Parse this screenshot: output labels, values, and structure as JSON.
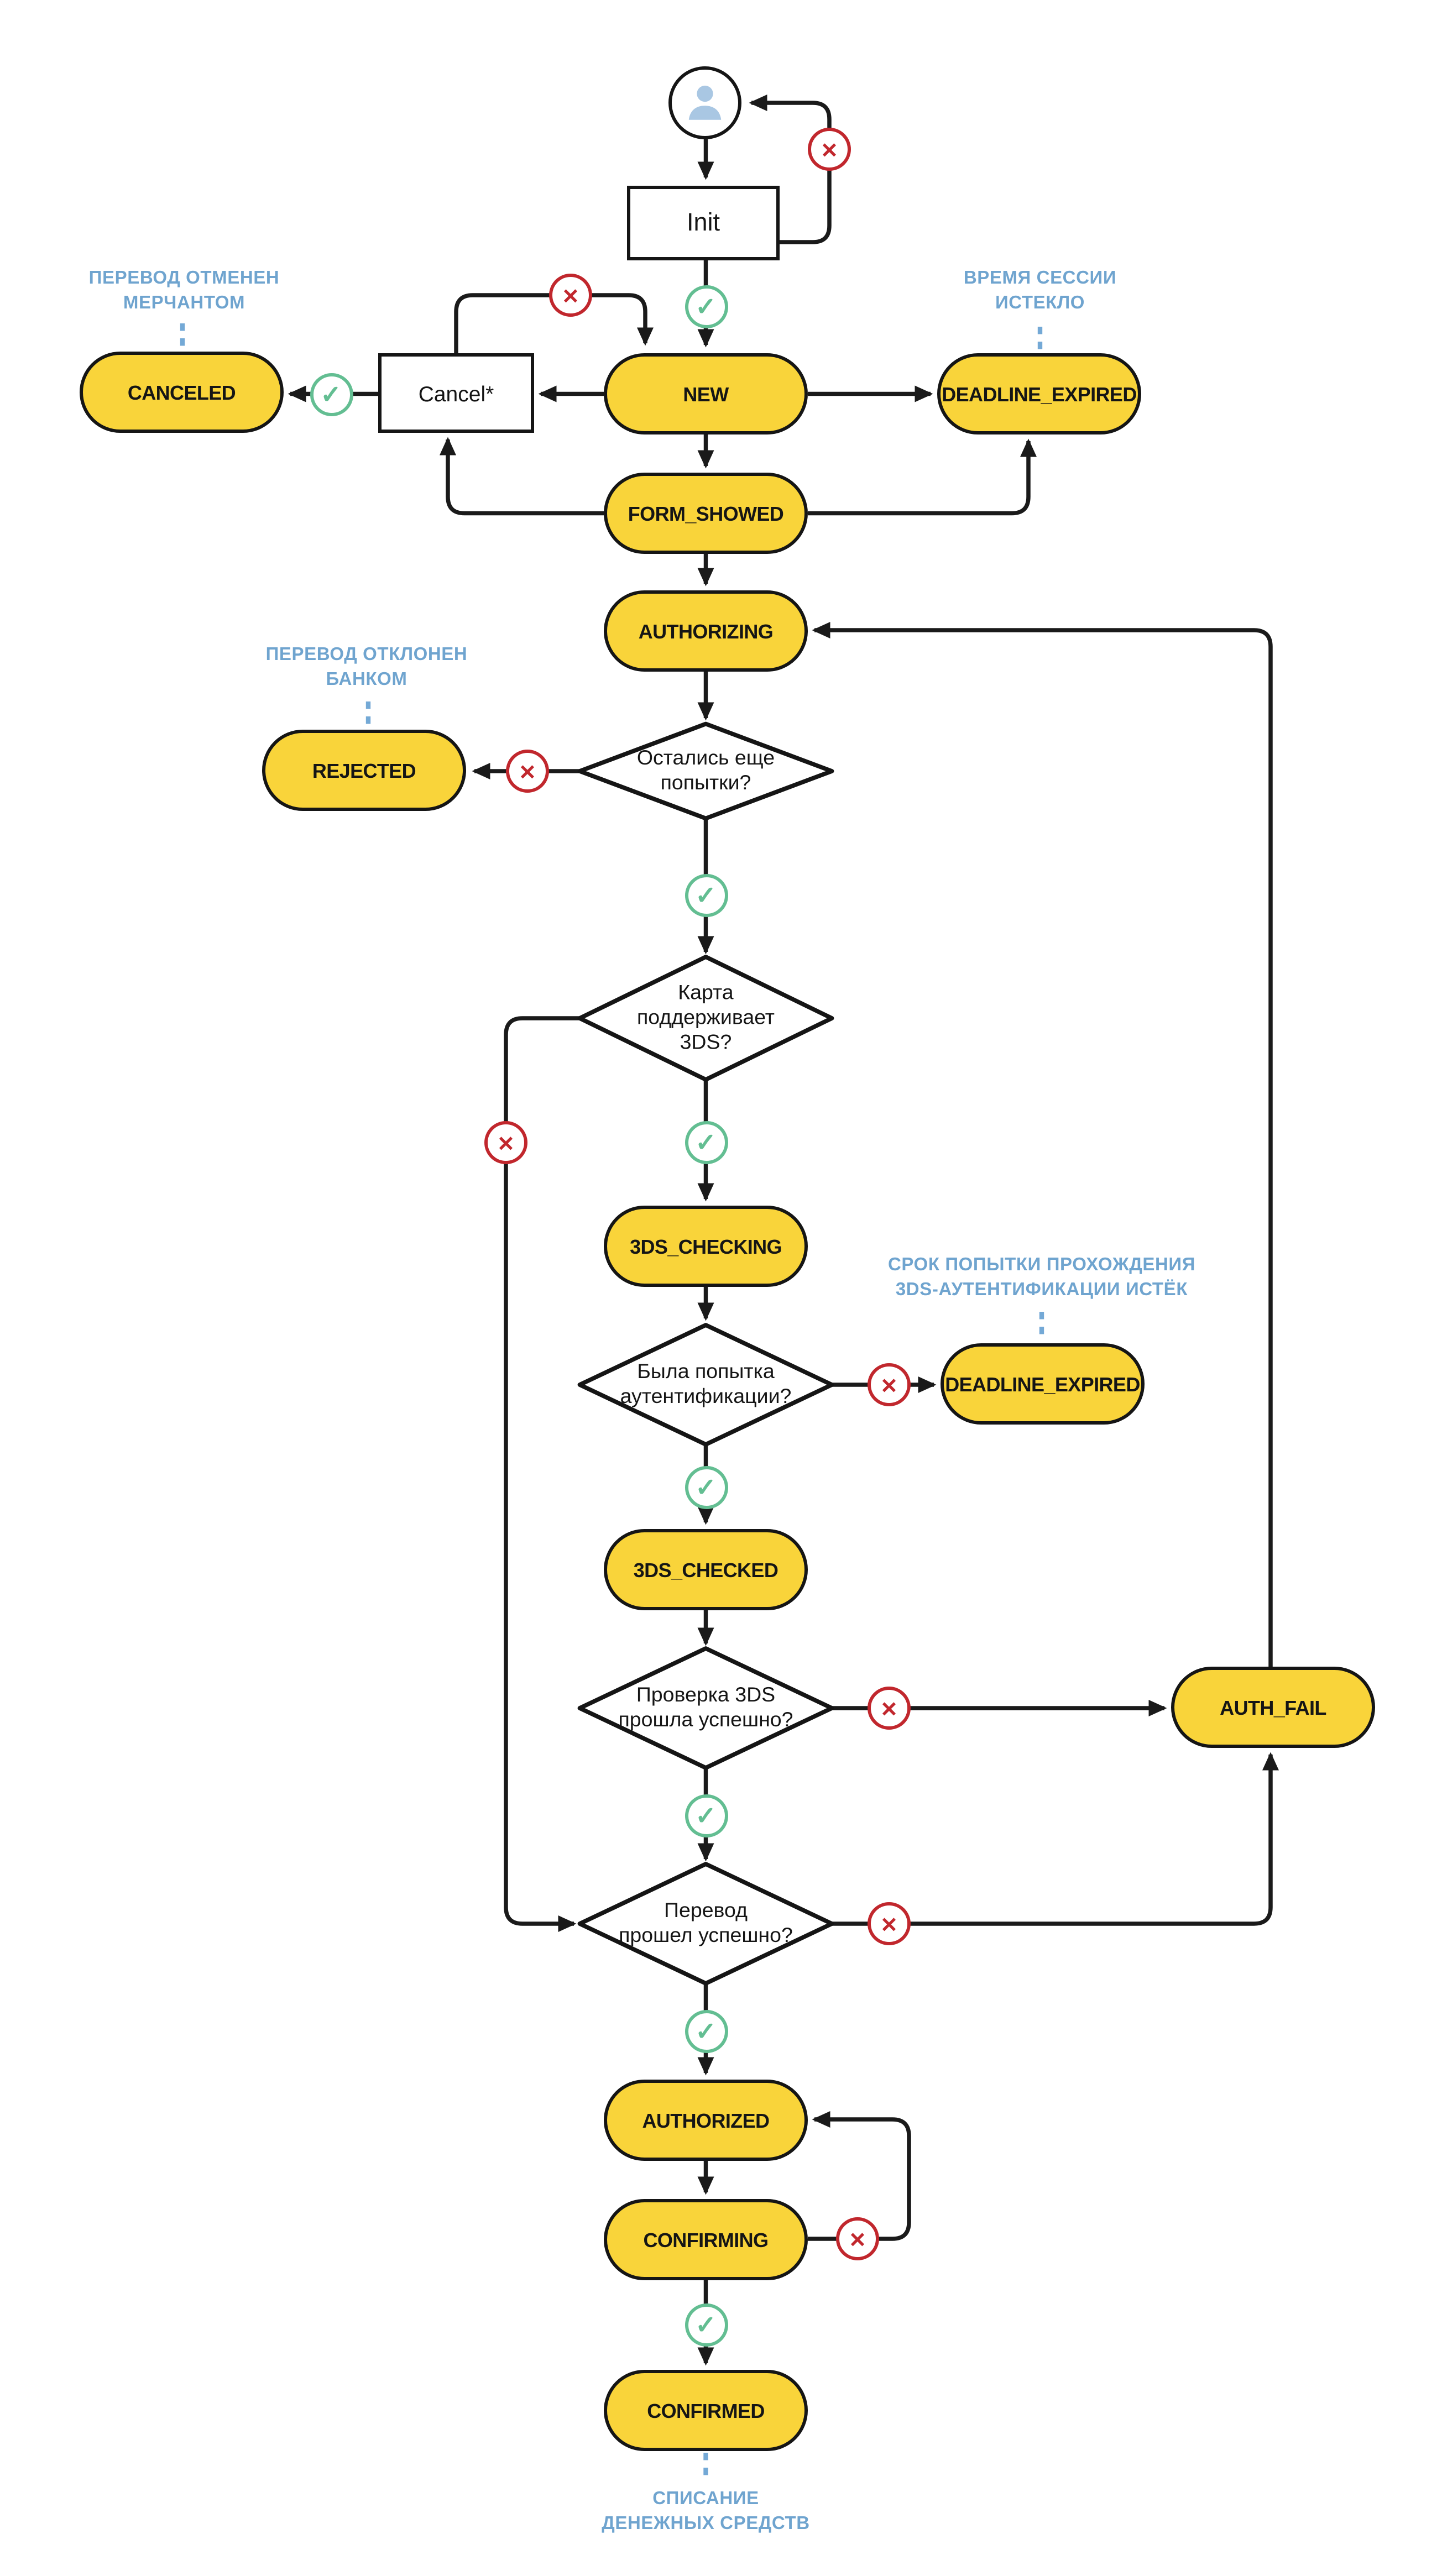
{
  "meta": {
    "background": "#ffffff",
    "node_fill_yellow": "#F9D43A",
    "node_border": "#151515",
    "line_color": "#1a1a1a",
    "annotation_blue": "#6FA4CF",
    "dashed_blue": "#74A9D6",
    "check_green": "#63BE92",
    "cross_red": "#C1272D",
    "person_icon_blue": "#A9C7E3"
  },
  "icons": {
    "check": "✓",
    "cross": "✕",
    "person": "user-silhouette"
  },
  "nodes": {
    "init": {
      "label": "Init"
    },
    "cancel": {
      "label": "Cancel*"
    },
    "new": {
      "label": "NEW"
    },
    "canceled": {
      "label": "CANCELED"
    },
    "deadline_expired": {
      "label": "DEADLINE_EXPIRED"
    },
    "form_showed": {
      "label": "FORM_SHOWED"
    },
    "authorizing": {
      "label": "AUTHORIZING"
    },
    "rejected": {
      "label": "REJECTED"
    },
    "tds_checking": {
      "label": "3DS_CHECKING"
    },
    "deadline_expired_2": {
      "label": "DEADLINE_EXPIRED"
    },
    "tds_checked": {
      "label": "3DS_CHECKED"
    },
    "auth_fail": {
      "label": "AUTH_FAIL"
    },
    "authorized": {
      "label": "AUTHORIZED"
    },
    "confirming": {
      "label": "CONFIRMING"
    },
    "confirmed": {
      "label": "CONFIRMED"
    }
  },
  "decisions": {
    "attempts_left": {
      "label": "Остались еще\nпопытки?"
    },
    "card_supports_3ds": {
      "label": "Карта\nподдерживает\n3DS?"
    },
    "auth_attempt_made": {
      "label": "Была попытка\nаутентификации?"
    },
    "tds_check_passed": {
      "label": "Проверка 3DS\nпрошла успешно?"
    },
    "transfer_succeeded": {
      "label": "Перевод\nпрошел успешно?"
    }
  },
  "annotations": {
    "canceled_note": {
      "label": "ПЕРЕВОД ОТМЕНЕН\nМЕРЧАНТОМ"
    },
    "session_note": {
      "label": "ВРЕМЯ СЕССИИ\nИСТЕКЛО"
    },
    "rejected_note": {
      "label": "ПЕРЕВОД ОТКЛОНЕН\nБАНКОМ"
    },
    "tds_deadline_note": {
      "label": "СРОК ПОПЫТКИ ПРОХОЖДЕНИЯ\n3DS-АУТЕНТИФИКАЦИИ ИСТЁК"
    },
    "confirmed_note": {
      "label": "СПИСАНИЕ\nДЕНЕЖНЫХ СРЕДСТВ"
    }
  },
  "edges": [
    {
      "from": "user",
      "to": "init"
    },
    {
      "from": "init",
      "to": "user",
      "result": "fail"
    },
    {
      "from": "init",
      "to": "new",
      "result": "success"
    },
    {
      "from": "new",
      "to": "cancel"
    },
    {
      "from": "cancel",
      "to": "new",
      "result": "fail"
    },
    {
      "from": "cancel",
      "to": "canceled",
      "result": "success"
    },
    {
      "from": "new",
      "to": "deadline_expired"
    },
    {
      "from": "new",
      "to": "form_showed"
    },
    {
      "from": "form_showed",
      "to": "cancel"
    },
    {
      "from": "form_showed",
      "to": "deadline_expired"
    },
    {
      "from": "form_showed",
      "to": "authorizing"
    },
    {
      "from": "authorizing",
      "to": "attempts_left"
    },
    {
      "from": "attempts_left",
      "to": "rejected",
      "result": "fail"
    },
    {
      "from": "attempts_left",
      "to": "card_supports_3ds",
      "result": "success"
    },
    {
      "from": "card_supports_3ds",
      "to": "transfer_succeeded",
      "result": "fail"
    },
    {
      "from": "card_supports_3ds",
      "to": "tds_checking",
      "result": "success"
    },
    {
      "from": "tds_checking",
      "to": "auth_attempt_made"
    },
    {
      "from": "auth_attempt_made",
      "to": "deadline_expired_2",
      "result": "fail"
    },
    {
      "from": "auth_attempt_made",
      "to": "tds_checked",
      "result": "success"
    },
    {
      "from": "tds_checked",
      "to": "tds_check_passed"
    },
    {
      "from": "tds_check_passed",
      "to": "auth_fail",
      "result": "fail"
    },
    {
      "from": "tds_check_passed",
      "to": "transfer_succeeded",
      "result": "success"
    },
    {
      "from": "transfer_succeeded",
      "to": "auth_fail",
      "result": "fail"
    },
    {
      "from": "transfer_succeeded",
      "to": "authorized",
      "result": "success"
    },
    {
      "from": "auth_fail",
      "to": "authorizing"
    },
    {
      "from": "authorized",
      "to": "confirming"
    },
    {
      "from": "confirming",
      "to": "authorized",
      "result": "fail"
    },
    {
      "from": "confirming",
      "to": "confirmed",
      "result": "success"
    }
  ]
}
